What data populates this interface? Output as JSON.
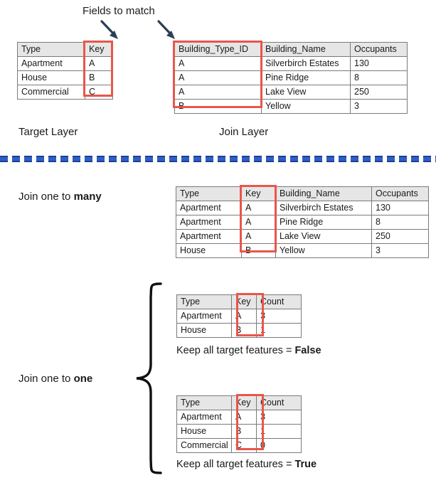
{
  "annotations": {
    "fields_to_match": "Fields to match",
    "target_layer": "Target Layer",
    "join_layer": "Join Layer",
    "join_one_to_many_pre": "Join one to ",
    "join_one_to_many_bold": "many",
    "join_one_to_one_pre": "Join one to ",
    "join_one_to_one_bold": "one",
    "keep_false_pre": "Keep all target features = ",
    "keep_false_bold": "False",
    "keep_true_pre": "Keep all target features = ",
    "keep_true_bold": "True"
  },
  "colors": {
    "highlight_red": "#e8564b",
    "header_gray": "#e6e6e6",
    "border_gray": "#7a7a7a",
    "divider_blue": "#2f5fc4",
    "text_black": "#1a1a1a"
  },
  "target_table": {
    "headers": [
      "Type",
      "Key"
    ],
    "rows": [
      [
        "Apartment",
        "A"
      ],
      [
        "House",
        "B"
      ],
      [
        "Commercial",
        "C"
      ]
    ],
    "highlighted_column": "Key"
  },
  "join_table": {
    "headers": [
      "Building_Type_ID",
      "Building_Name",
      "Occupants"
    ],
    "rows": [
      [
        "A",
        "Silverbirch Estates",
        "130"
      ],
      [
        "A",
        "Pine Ridge",
        "8"
      ],
      [
        "A",
        "Lake View",
        "250"
      ],
      [
        "B",
        "Yellow",
        "3"
      ]
    ],
    "highlighted_column": "Building_Type_ID"
  },
  "one_to_many_table": {
    "headers": [
      "Type",
      "Key",
      "Building_Name",
      "Occupants"
    ],
    "rows": [
      [
        "Apartment",
        "A",
        "Silverbirch Estates",
        "130"
      ],
      [
        "Apartment",
        "A",
        "Pine Ridge",
        "8"
      ],
      [
        "Apartment",
        "A",
        "Lake View",
        "250"
      ],
      [
        "House",
        "B",
        "Yellow",
        "3"
      ]
    ],
    "highlighted_column": "Key"
  },
  "one_to_one_false_table": {
    "headers": [
      "Type",
      "Key",
      "Count"
    ],
    "rows": [
      [
        "Apartment",
        "A",
        "3"
      ],
      [
        "House",
        "B",
        "1"
      ]
    ],
    "highlighted_column": "Key"
  },
  "one_to_one_true_table": {
    "headers": [
      "Type",
      "Key",
      "Count"
    ],
    "rows": [
      [
        "Apartment",
        "A",
        "3"
      ],
      [
        "House",
        "B",
        "1"
      ],
      [
        "Commercial",
        "C",
        "0"
      ]
    ],
    "highlighted_column": "Key"
  },
  "icons": {
    "arrow_left": "arrow-down-left-icon",
    "arrow_right": "arrow-down-right-icon",
    "divider": "dashed-divider-icon",
    "brace": "curly-brace-icon"
  }
}
